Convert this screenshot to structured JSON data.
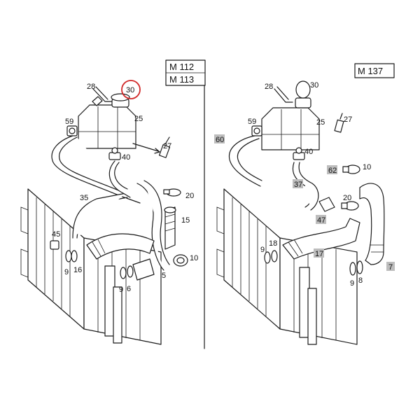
{
  "left_panel": {
    "engine_codes": [
      "M 112",
      "M 113"
    ],
    "callouts": {
      "n28": "28",
      "n30": "30",
      "n25": "25",
      "n59": "59",
      "n27": "27",
      "n40": "40",
      "n20": "20",
      "n35": "35",
      "n15": "15",
      "n45": "45",
      "n9": "9",
      "n16": "16",
      "n10": "10",
      "n5": "5",
      "n9b": "9",
      "n6": "6"
    },
    "highlighted": "30",
    "highlight_color": "#d12a2a"
  },
  "right_panel": {
    "engine_codes": [
      "M 137"
    ],
    "callouts": {
      "n28": "28",
      "n30": "30",
      "n59": "59",
      "n27": "27",
      "n25": "25",
      "n60": "60",
      "n40": "40",
      "n62": "62",
      "n10": "10",
      "n37": "37",
      "n20": "20",
      "n47": "47",
      "n9": "9",
      "n18": "18",
      "n17": "17",
      "n7": "7",
      "n9b": "9",
      "n8": "8"
    },
    "shaded": [
      "60",
      "62",
      "37",
      "47",
      "17",
      "7"
    ],
    "shade_color": "#bdbdbd"
  }
}
